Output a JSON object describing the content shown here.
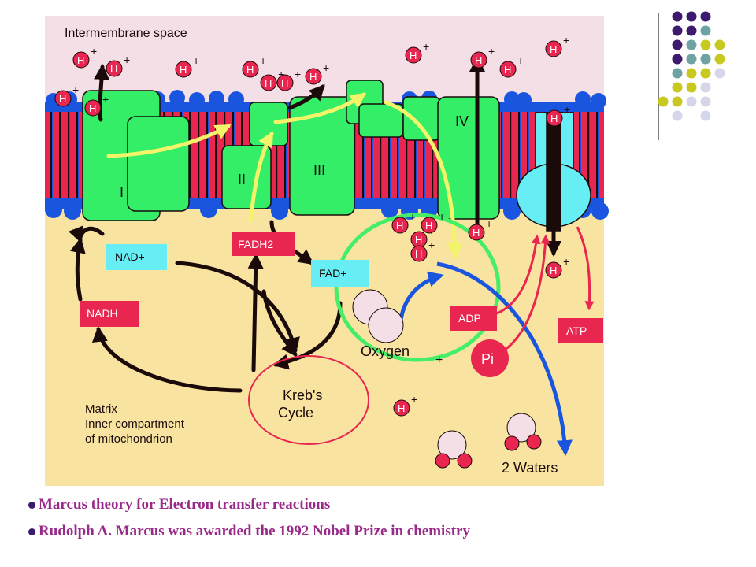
{
  "diagram": {
    "region_labels": {
      "intermembrane": "Intermembrane space",
      "matrix_1": "Matrix",
      "matrix_2": "Inner compartment",
      "matrix_3": "of mitochondrion"
    },
    "complex_labels": {
      "c1": "I",
      "c2": "II",
      "c3": "III",
      "c4": "IV"
    },
    "boxes": {
      "nad": "NAD+",
      "nadh": "NADH",
      "fadh2": "FADH2",
      "fad": "FAD+",
      "adp": "ADP",
      "atp": "ATP",
      "pi": "Pi"
    },
    "kreb_1": "Kreb's",
    "kreb_2": "Cycle",
    "oxygen": "Oxygen",
    "plus": "+",
    "waters": "2 Waters",
    "h_symbol": "H",
    "h_plus": "+"
  },
  "bullets": [
    "Marcus theory for Electron transfer reactions",
    "Rudolph A. Marcus was awarded the 1992 Nobel Prize in chemistry"
  ],
  "colors": {
    "intermembrane": "#f5dfe6",
    "matrix": "#f8e4a0",
    "complex": "#33ee66",
    "lipid": "#e8264f",
    "head": "#1a55e0",
    "box_red": "#e8264f",
    "box_cyan": "#66eef4",
    "arrow_dark": "#1a0a0a",
    "arrow_yellow": "#f4f46a",
    "arrow_blue": "#1a55e0",
    "cycle_green": "#44ee66",
    "bullet_text": "#9a2a8a",
    "corner_purple": "#3d1a6e",
    "corner_teal": "#6fa3a3",
    "corner_yellow": "#c8c820",
    "corner_lavender": "#d6d6ea"
  }
}
